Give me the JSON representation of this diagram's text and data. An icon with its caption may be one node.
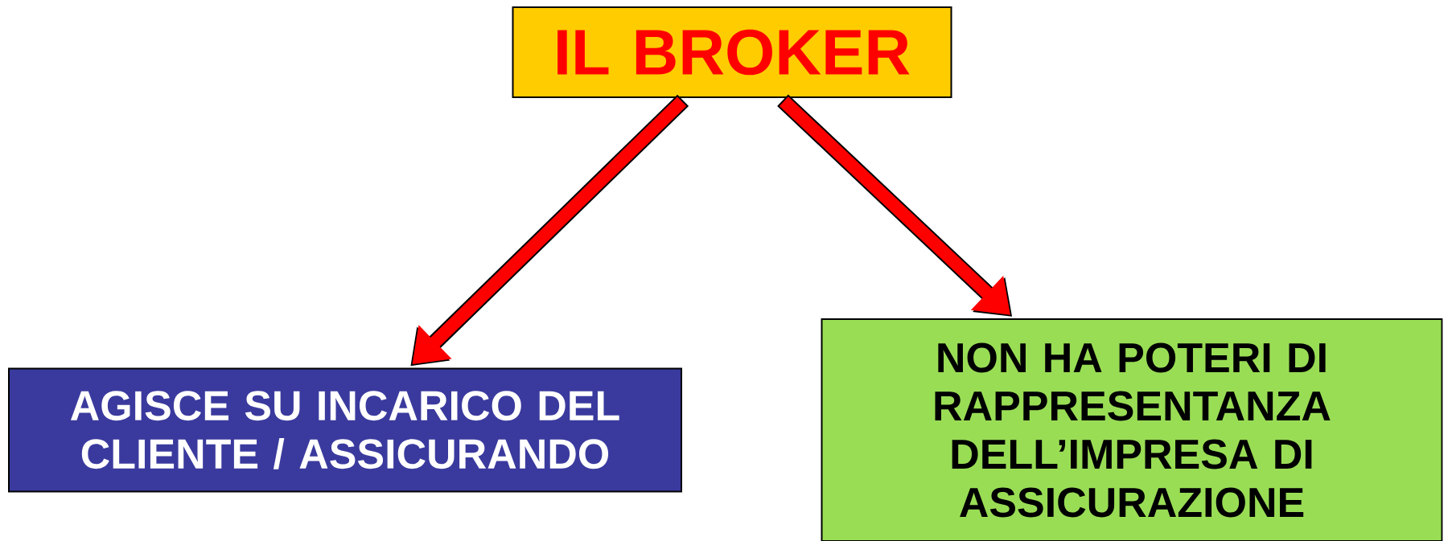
{
  "diagram": {
    "nodes": [
      {
        "text": [
          "IL BROKER"
        ]
      },
      {
        "text": [
          "AGISCE SU INCARICO DEL CLIENTE / ASSICURANDO"
        ]
      },
      {
        "text": [
          "NON HA POTERI DI RAPPRESENTANZA DELL’IMPRESA DI ASSICURAZIONE"
        ]
      }
    ],
    "edges": [
      {
        "from": 0,
        "to": 1,
        "arrow": "to"
      },
      {
        "from": 0,
        "to": 2,
        "arrow": "to"
      }
    ]
  }
}
